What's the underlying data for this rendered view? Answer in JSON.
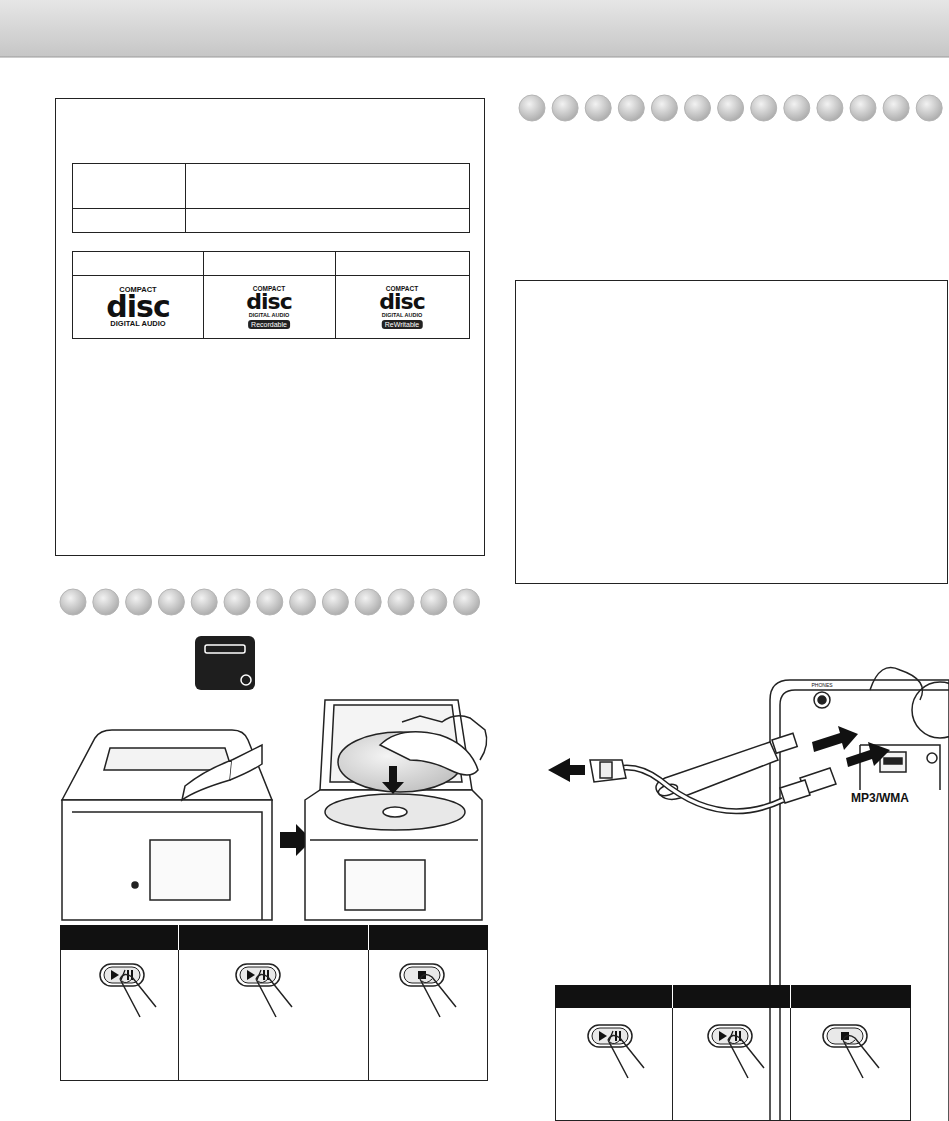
{
  "diagram": {
    "labels": [
      "COMPACT",
      "disc",
      "DIGITAL AUDIO",
      "COMPACT",
      "disc",
      "DIGITAL AUDIO",
      "Recordable",
      "COMPACT",
      "disc",
      "DIGITAL AUDIO",
      "ReWritable",
      "PHONES",
      "MP3/WMA"
    ]
  }
}
